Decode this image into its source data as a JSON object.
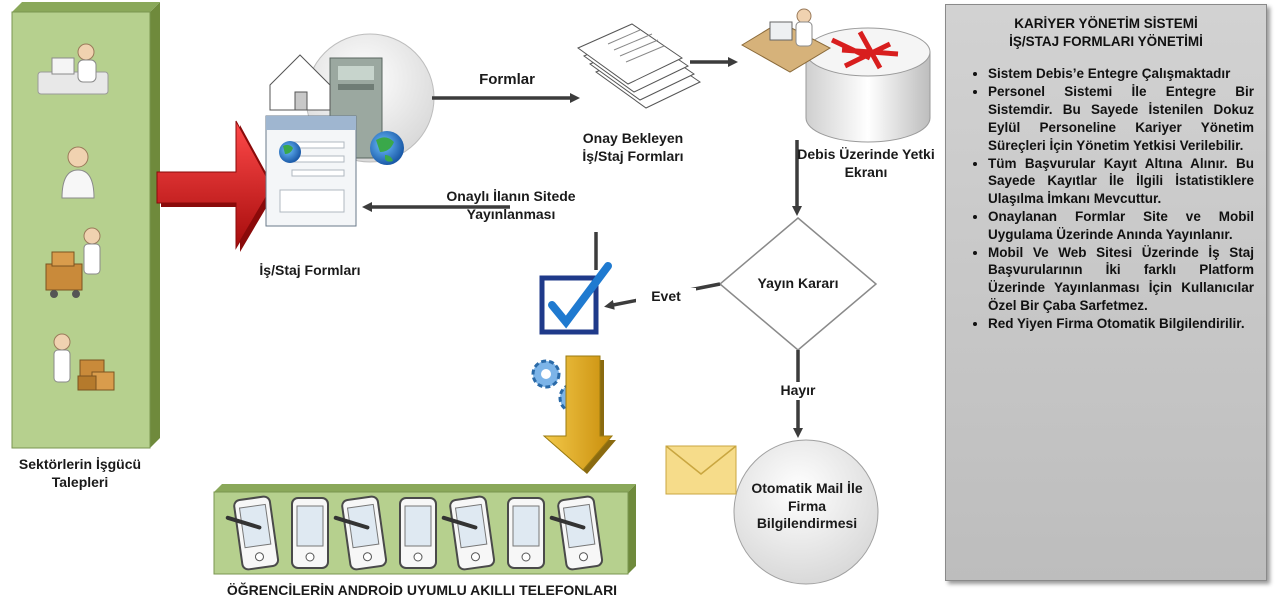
{
  "left_caption": "Sektörlerin İşgücü Talepleri",
  "labels": {
    "formlar": "Formlar",
    "onay_bekleyen": "Onay Bekleyen İş/Staj Formları",
    "debis_yetki": "Debis Üzerinde Yetki Ekranı",
    "onayli_ilan": "Onaylı İlanın Sitede Yayınlanması",
    "is_staj_formlari": "İş/Staj Formları",
    "yayin_karari": "Yayın Kararı",
    "evet": "Evet",
    "hayir": "Hayır",
    "otomatik_mail": "Otomatik Mail İle Firma Bilgilendirmesi",
    "telefonlar": "ÖĞRENCİLERİN ANDROİD UYUMLU AKILLI TELEFONLARI"
  },
  "panel": {
    "title_line1": "KARİYER YÖNETİM SİSTEMİ",
    "title_line2": "İŞ/STAJ FORMLARI YÖNETİMİ",
    "bullets": [
      "Sistem Debis’e Entegre Çalışmaktadır",
      "Personel Sistemi İle Entegre Bir Sistemdir. Bu Sayede İstenilen Dokuz Eylül Personeline Kariyer Yönetim Süreçleri İçin Yönetim Yetkisi Verilebilir.",
      "Tüm Başvurular Kayıt Altına Alınır. Bu Sayede Kayıtlar İle İlgili İstatistiklere Ulaşılma İmkanı Mevcuttur.",
      "Onaylanan Formlar Site ve Mobil Uygulama Üzerinde Anında Yayınlanır.",
      "Mobil Ve Web Sitesi Üzerinde İş Staj Başvurularının İki farklı Platform Üzerinde Yayınlanması İçin Kullanıcılar Özel Bir Çaba Sarfetmez.",
      "Red Yiyen Firma Otomatik Bilgilendirilir."
    ]
  },
  "colors": {
    "green_panel": "#b5cf8c",
    "green_side": "#6f8a3c",
    "red_arrow": "#d81e1e",
    "yellow_arrow": "#e8b21a",
    "check_blue": "#1f3a8a"
  }
}
